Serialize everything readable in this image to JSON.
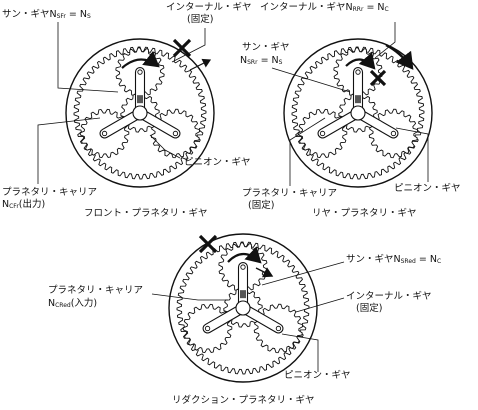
{
  "diagrams": [
    {
      "caption": "フロント・プラネタリ・ギヤ",
      "labels": {
        "sun_prefix": "サン・ギヤN",
        "sun_sub": "SFr",
        "sun_suffix": " = N",
        "sun_sub2": "S",
        "internal": "インターナル・ギヤ",
        "internal_note": "(固定)",
        "pinion": "ピニオン・ギヤ",
        "carrier": "プラネタリ・キャリア",
        "carrier_prefix": "N",
        "carrier_sub": "CFr",
        "carrier_suffix": "(出力)"
      }
    },
    {
      "caption": "リヤ・プラネタリ・ギヤ",
      "labels": {
        "internal_prefix": "インターナル・ギヤN",
        "internal_sub": "RRr",
        "internal_suffix": " = N",
        "internal_sub2": "C",
        "sun": "サン・ギヤ",
        "sun_prefix": "N",
        "sun_sub": "SRr",
        "sun_suffix": " = N",
        "sun_sub2": "S",
        "pinion": "ピニオン・ギヤ",
        "carrier": "プラネタリ・キャリア",
        "carrier_note": "(固定)"
      }
    },
    {
      "caption": "リダクション・プラネタリ・ギヤ",
      "labels": {
        "sun_prefix": "サン・ギヤN",
        "sun_sub": "SRed",
        "sun_suffix": " = N",
        "sun_sub2": "C",
        "carrier": "プラネタリ・キャリア",
        "carrier_prefix": "N",
        "carrier_sub": "CRed",
        "carrier_suffix": "(入力)",
        "internal": "インターナル・ギヤ",
        "internal_note": "(固定)",
        "pinion": "ピニオン・ギヤ"
      }
    }
  ],
  "colors": {
    "line": "#111111",
    "gear_fill": "#ffffff"
  }
}
